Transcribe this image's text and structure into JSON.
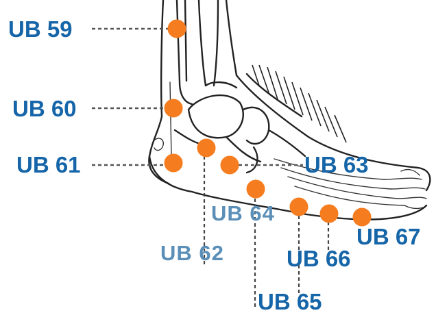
{
  "points": [
    {
      "id": "ub-59",
      "label": "UB 59"
    },
    {
      "id": "ub-60",
      "label": "UB 60"
    },
    {
      "id": "ub-61",
      "label": "UB 61"
    },
    {
      "id": "ub-62",
      "label": "UB 62"
    },
    {
      "id": "ub-63",
      "label": "UB 63"
    },
    {
      "id": "ub-64",
      "label": "UB 64"
    },
    {
      "id": "ub-65",
      "label": "UB 65"
    },
    {
      "id": "ub-66",
      "label": "UB 66"
    },
    {
      "id": "ub-67",
      "label": "UB 67"
    }
  ],
  "colors": {
    "point": "#f57c1f",
    "label_primary": "#1565a8",
    "label_secondary": "#5b8fb8",
    "line_art": "#222222"
  }
}
